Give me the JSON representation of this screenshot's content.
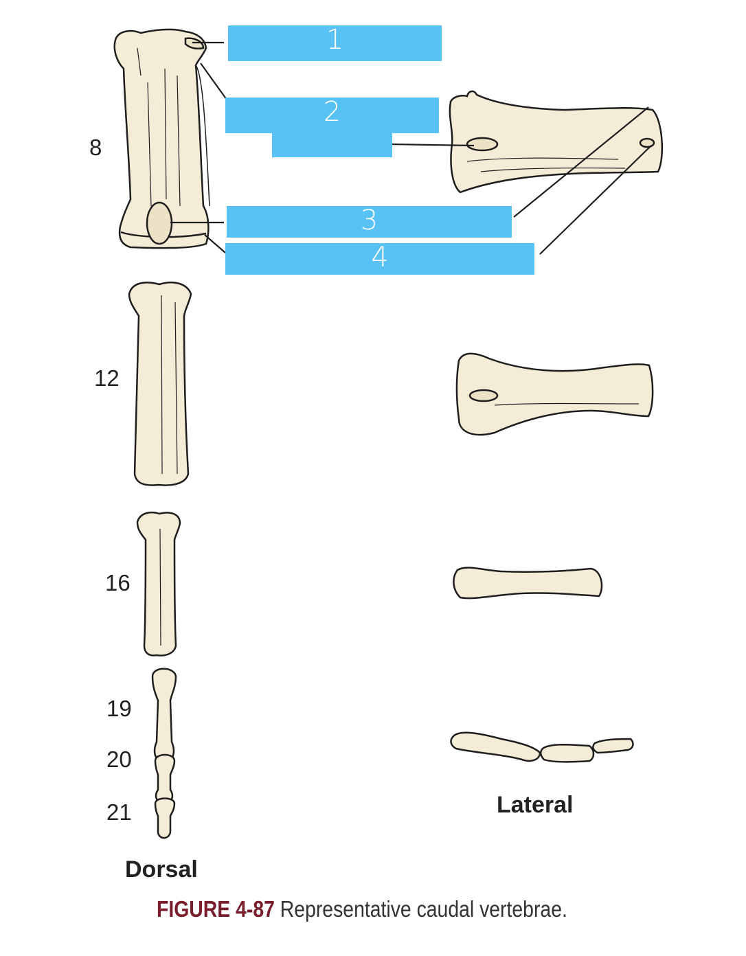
{
  "vertebra_numbers": {
    "v8": "8",
    "v12": "12",
    "v16": "16",
    "v19": "19",
    "v20": "20",
    "v21": "21"
  },
  "views": {
    "dorsal": "Dorsal",
    "lateral": "Lateral"
  },
  "label_boxes": [
    {
      "id": "1",
      "text": "1"
    },
    {
      "id": "2",
      "text": "2"
    },
    {
      "id": "3",
      "text": "3"
    },
    {
      "id": "4",
      "text": "4"
    }
  ],
  "caption": {
    "figure_number": "FIGURE 4-87",
    "text": "Representative caudal vertebrae."
  },
  "colors": {
    "bone_fill": "#f4ecd6",
    "bone_stroke": "#1e1e1e",
    "label_box": "#59c2f5",
    "caption_accent": "#7a1e2e"
  }
}
